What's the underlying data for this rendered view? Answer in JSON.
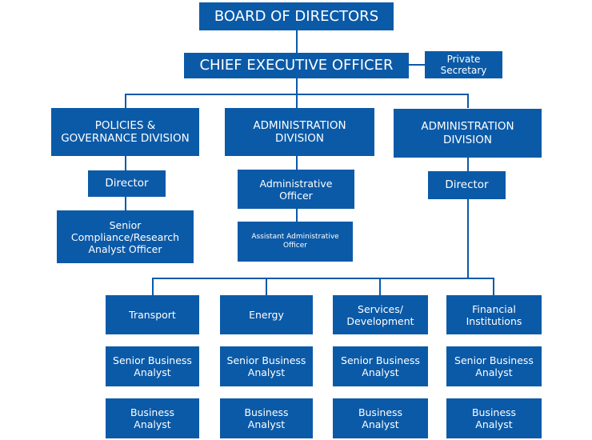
{
  "board": "BOARD OF DIRECTORS",
  "ceo": "CHIEF EXECUTIVE OFFICER",
  "private_secretary": "Private\nSecretary",
  "divisions": [
    {
      "name": "POLICIES &\nGOVERNANCE DIVISION",
      "head": "Director",
      "sub": "Senior\nCompliance/Research\nAnalyst Officer"
    },
    {
      "name": "ADMINISTRATION\nDIVISION",
      "head": "Administrative\nOfficer",
      "sub": "Assistant Administrative\nOfficer"
    },
    {
      "name": "ADMINISTRATION\nDIVISION",
      "head": "Director"
    }
  ],
  "units": [
    {
      "name": "Transport",
      "senior": "Senior Business\nAnalyst",
      "analyst": "Business\nAnalyst"
    },
    {
      "name": "Energy",
      "senior": "Senior Business\nAnalyst",
      "analyst": "Business\nAnalyst"
    },
    {
      "name": "Services/\nDevelopment",
      "senior": "Senior Business\nAnalyst",
      "analyst": "Business\nAnalyst"
    },
    {
      "name": "Financial\nInstitutions",
      "senior": "Senior Business\nAnalyst",
      "analyst": "Business\nAnalyst"
    }
  ],
  "colors": {
    "box": "#0b5aa8",
    "text": "#ffffff",
    "line": "#0b5aa8"
  }
}
